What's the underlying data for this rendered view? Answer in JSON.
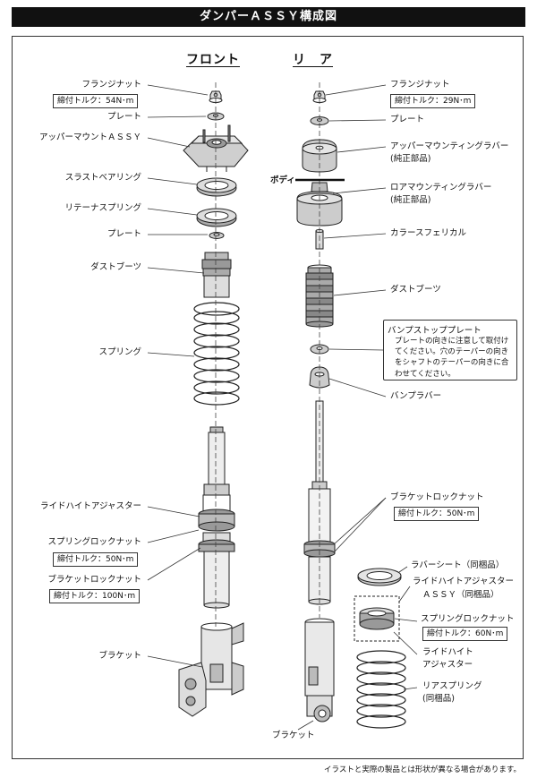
{
  "title": "ダンパーＡＳＳＹ構成図",
  "headers": {
    "front": "フロント",
    "rear": "リ　ア"
  },
  "body_marker": "ボディ",
  "front": {
    "flange_nut": "フランジナット",
    "flange_nut_torque": "締付トルク：54N･m",
    "plate_top": "プレート",
    "upper_mount": "アッパーマウントＡＳＳＹ",
    "thrust_bearing": "スラストベアリング",
    "retainer_spring": "リテーナスプリング",
    "plate": "プレート",
    "dust_boot": "ダストブーツ",
    "spring": "スプリング",
    "ride_height_adjuster": "ライドハイトアジャスター",
    "spring_lock_nut": "スプリングロックナット",
    "spring_lock_nut_torque": "締付トルク：50N･m",
    "bracket_lock_nut": "ブラケットロックナット",
    "bracket_lock_nut_torque": "締付トルク：100N･m",
    "bracket": "ブラケット"
  },
  "rear": {
    "flange_nut": "フランジナット",
    "flange_nut_torque": "締付トルク：29N･m",
    "plate": "プレート",
    "upper_rubber": "アッパーマウンティングラバー",
    "upper_rubber_note": "(純正部品)",
    "lower_rubber": "ロアマウンティングラバー",
    "lower_rubber_note": "(純正部品)",
    "collar": "カラースフェリカル",
    "dust_boot": "ダストブーツ",
    "bump_stop_plate": "バンプストッププレート",
    "bump_stop_note": "プレートの向きに注意して取付けてください。穴のテーパーの向きをシャフトのテーパーの向きに合わせてください。",
    "bump_rubber": "バンプラバー",
    "bracket_lock_nut": "ブラケットロックナット",
    "bracket_lock_nut_torque": "締付トルク：50N･m",
    "rubber_seat": "ラバーシート（同梱品）",
    "ride_height_assy": "ライドハイトアジャスター",
    "ride_height_assy_2": "ＡＳＳＹ（同梱品）",
    "spring_lock_nut": "スプリングロックナット",
    "spring_lock_nut_torque": "締付トルク：60N･m",
    "ride_height": "ライドハイト",
    "ride_height_2": "アジャスター",
    "rear_spring": "リアスプリング",
    "rear_spring_note": "(同梱品)",
    "bracket": "ブラケット"
  },
  "footer": "イラストと実際の製品とは形状が異なる場合があります。"
}
